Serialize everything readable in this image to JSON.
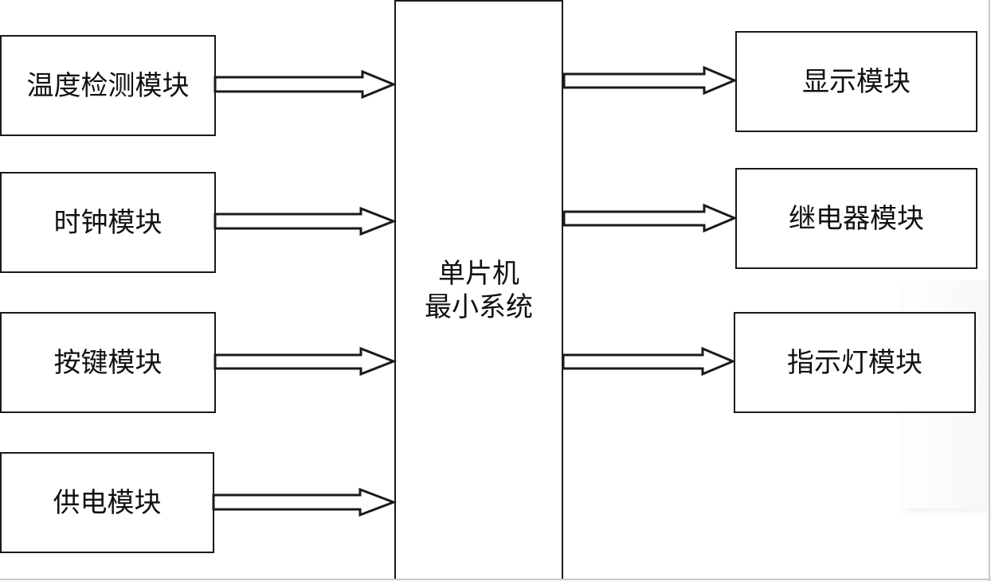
{
  "diagram": {
    "title": "单片机系统结构框图",
    "center": {
      "id": "mcu",
      "label": "单片机\n最小系统"
    },
    "inputs": [
      {
        "id": "temp",
        "label": "温度检测模块"
      },
      {
        "id": "clock",
        "label": "时钟模块"
      },
      {
        "id": "keys",
        "label": "按键模块"
      },
      {
        "id": "power",
        "label": "供电模块"
      }
    ],
    "outputs": [
      {
        "id": "display",
        "label": "显示模块"
      },
      {
        "id": "relay",
        "label": "继电器模块"
      },
      {
        "id": "indicator",
        "label": "指示灯模块"
      }
    ],
    "edges": [
      {
        "from": "temp",
        "to": "mcu"
      },
      {
        "from": "clock",
        "to": "mcu"
      },
      {
        "from": "keys",
        "to": "mcu"
      },
      {
        "from": "power",
        "to": "mcu"
      },
      {
        "from": "mcu",
        "to": "display"
      },
      {
        "from": "mcu",
        "to": "relay"
      },
      {
        "from": "mcu",
        "to": "indicator"
      }
    ],
    "colors": {
      "stroke": "#1a1a1a",
      "fill": "#ffffff",
      "text": "#111111"
    }
  }
}
